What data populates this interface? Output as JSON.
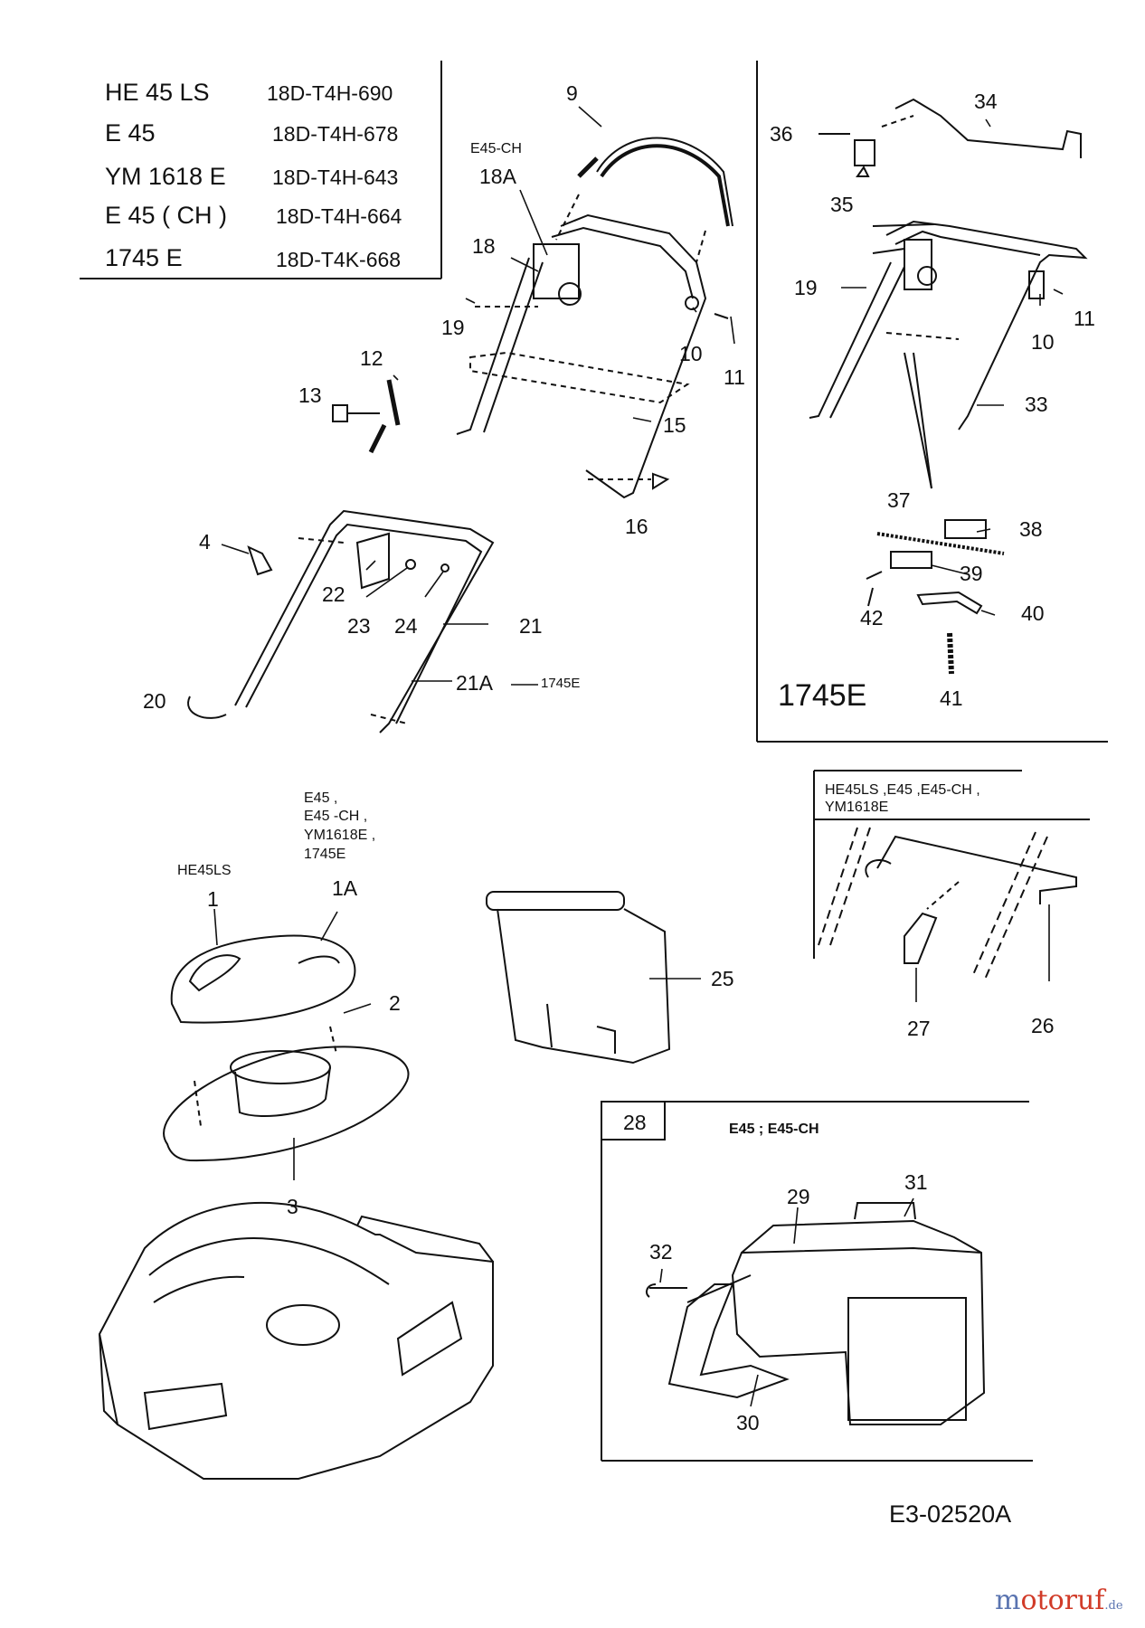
{
  "models": [
    {
      "name": "HE 45 LS",
      "code": "18D-T4H-690"
    },
    {
      "name": "E 45",
      "code": "18D-T4H-678"
    },
    {
      "name": "YM 1618 E",
      "code": "18D-T4H-643"
    },
    {
      "name": "E 45 ( CH )",
      "code": "18D-T4H-664"
    },
    {
      "name": "1745 E",
      "code": "18D-T4K-668"
    }
  ],
  "captions": {
    "e45ch": "E45-CH",
    "a1745e": "1745E",
    "box_1745e": "1745E",
    "grp1a_l1": "E45 ,",
    "grp1a_l2": "E45 -CH ,",
    "grp1a_l3": "YM1618E ,",
    "grp1a_l4": "1745E",
    "he45ls": "HE45LS",
    "grp26_l1": "HE45LS ,E45 ,E45-CH ,",
    "grp26_l2": "YM1618E",
    "grp28": "E45 ; E45-CH"
  },
  "callouts": {
    "c9": "9",
    "c18a": "18A",
    "c18": "18",
    "c19a": "19",
    "c10a": "10",
    "c11a": "11",
    "c12": "12",
    "c13": "13",
    "c15": "15",
    "c16": "16",
    "c4": "4",
    "c22": "22",
    "c23": "23",
    "c24": "24",
    "c21": "21",
    "c21a": "21A",
    "c20": "20",
    "c34": "34",
    "c36": "36",
    "c35": "35",
    "c19b": "19",
    "c10b": "10",
    "c11b": "11",
    "c33": "33",
    "c37": "37",
    "c38": "38",
    "c39": "39",
    "c42": "42",
    "c40": "40",
    "c41": "41",
    "c1": "1",
    "c1a": "1A",
    "c2": "2",
    "c3": "3",
    "c25": "25",
    "c27": "27",
    "c26": "26",
    "c28": "28",
    "c29": "29",
    "c31": "31",
    "c32": "32",
    "c30": "30"
  },
  "footer": {
    "diagram_code": "E3-02520A"
  },
  "watermark": {
    "letter": "m",
    "rest": "otoruf",
    "dot": ".de"
  }
}
